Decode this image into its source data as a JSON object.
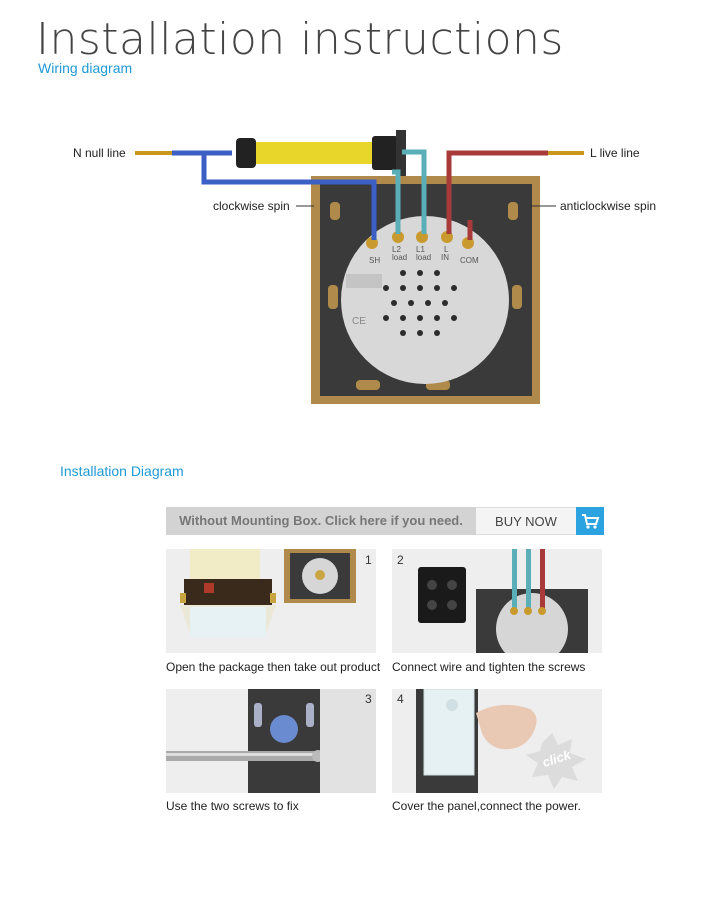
{
  "title": "Installation instructions",
  "wiring_subtitle": "Wiring diagram",
  "wiring_labels": {
    "n_line": "N null line",
    "l_line": "L live line",
    "clockwise": "clockwise spin",
    "anticlockwise": "anticlockwise spin"
  },
  "terminal_labels": [
    "SH",
    "L2",
    "L1",
    "L",
    "COM"
  ],
  "terminal_sublabels": [
    "",
    "load",
    "load",
    "IN",
    ""
  ],
  "install_subtitle": "Installation Diagram",
  "banner": {
    "text": "Without Mounting Box. Click here if you need.",
    "button": "BUY NOW"
  },
  "steps": [
    {
      "num": "1",
      "caption": "Open the package then take out product"
    },
    {
      "num": "2",
      "caption": "Connect wire and tighten the screws"
    },
    {
      "num": "3",
      "caption": "Use the two screws to fix"
    },
    {
      "num": "4",
      "caption": "Cover the panel,connect the power."
    }
  ],
  "click_badge": "click",
  "colors": {
    "accent": "#1e9ad6",
    "wire_blue": "#3b5fc4",
    "wire_teal": "#5aaeb8",
    "wire_red": "#a83a3a",
    "frame": "#b08a4a"
  }
}
